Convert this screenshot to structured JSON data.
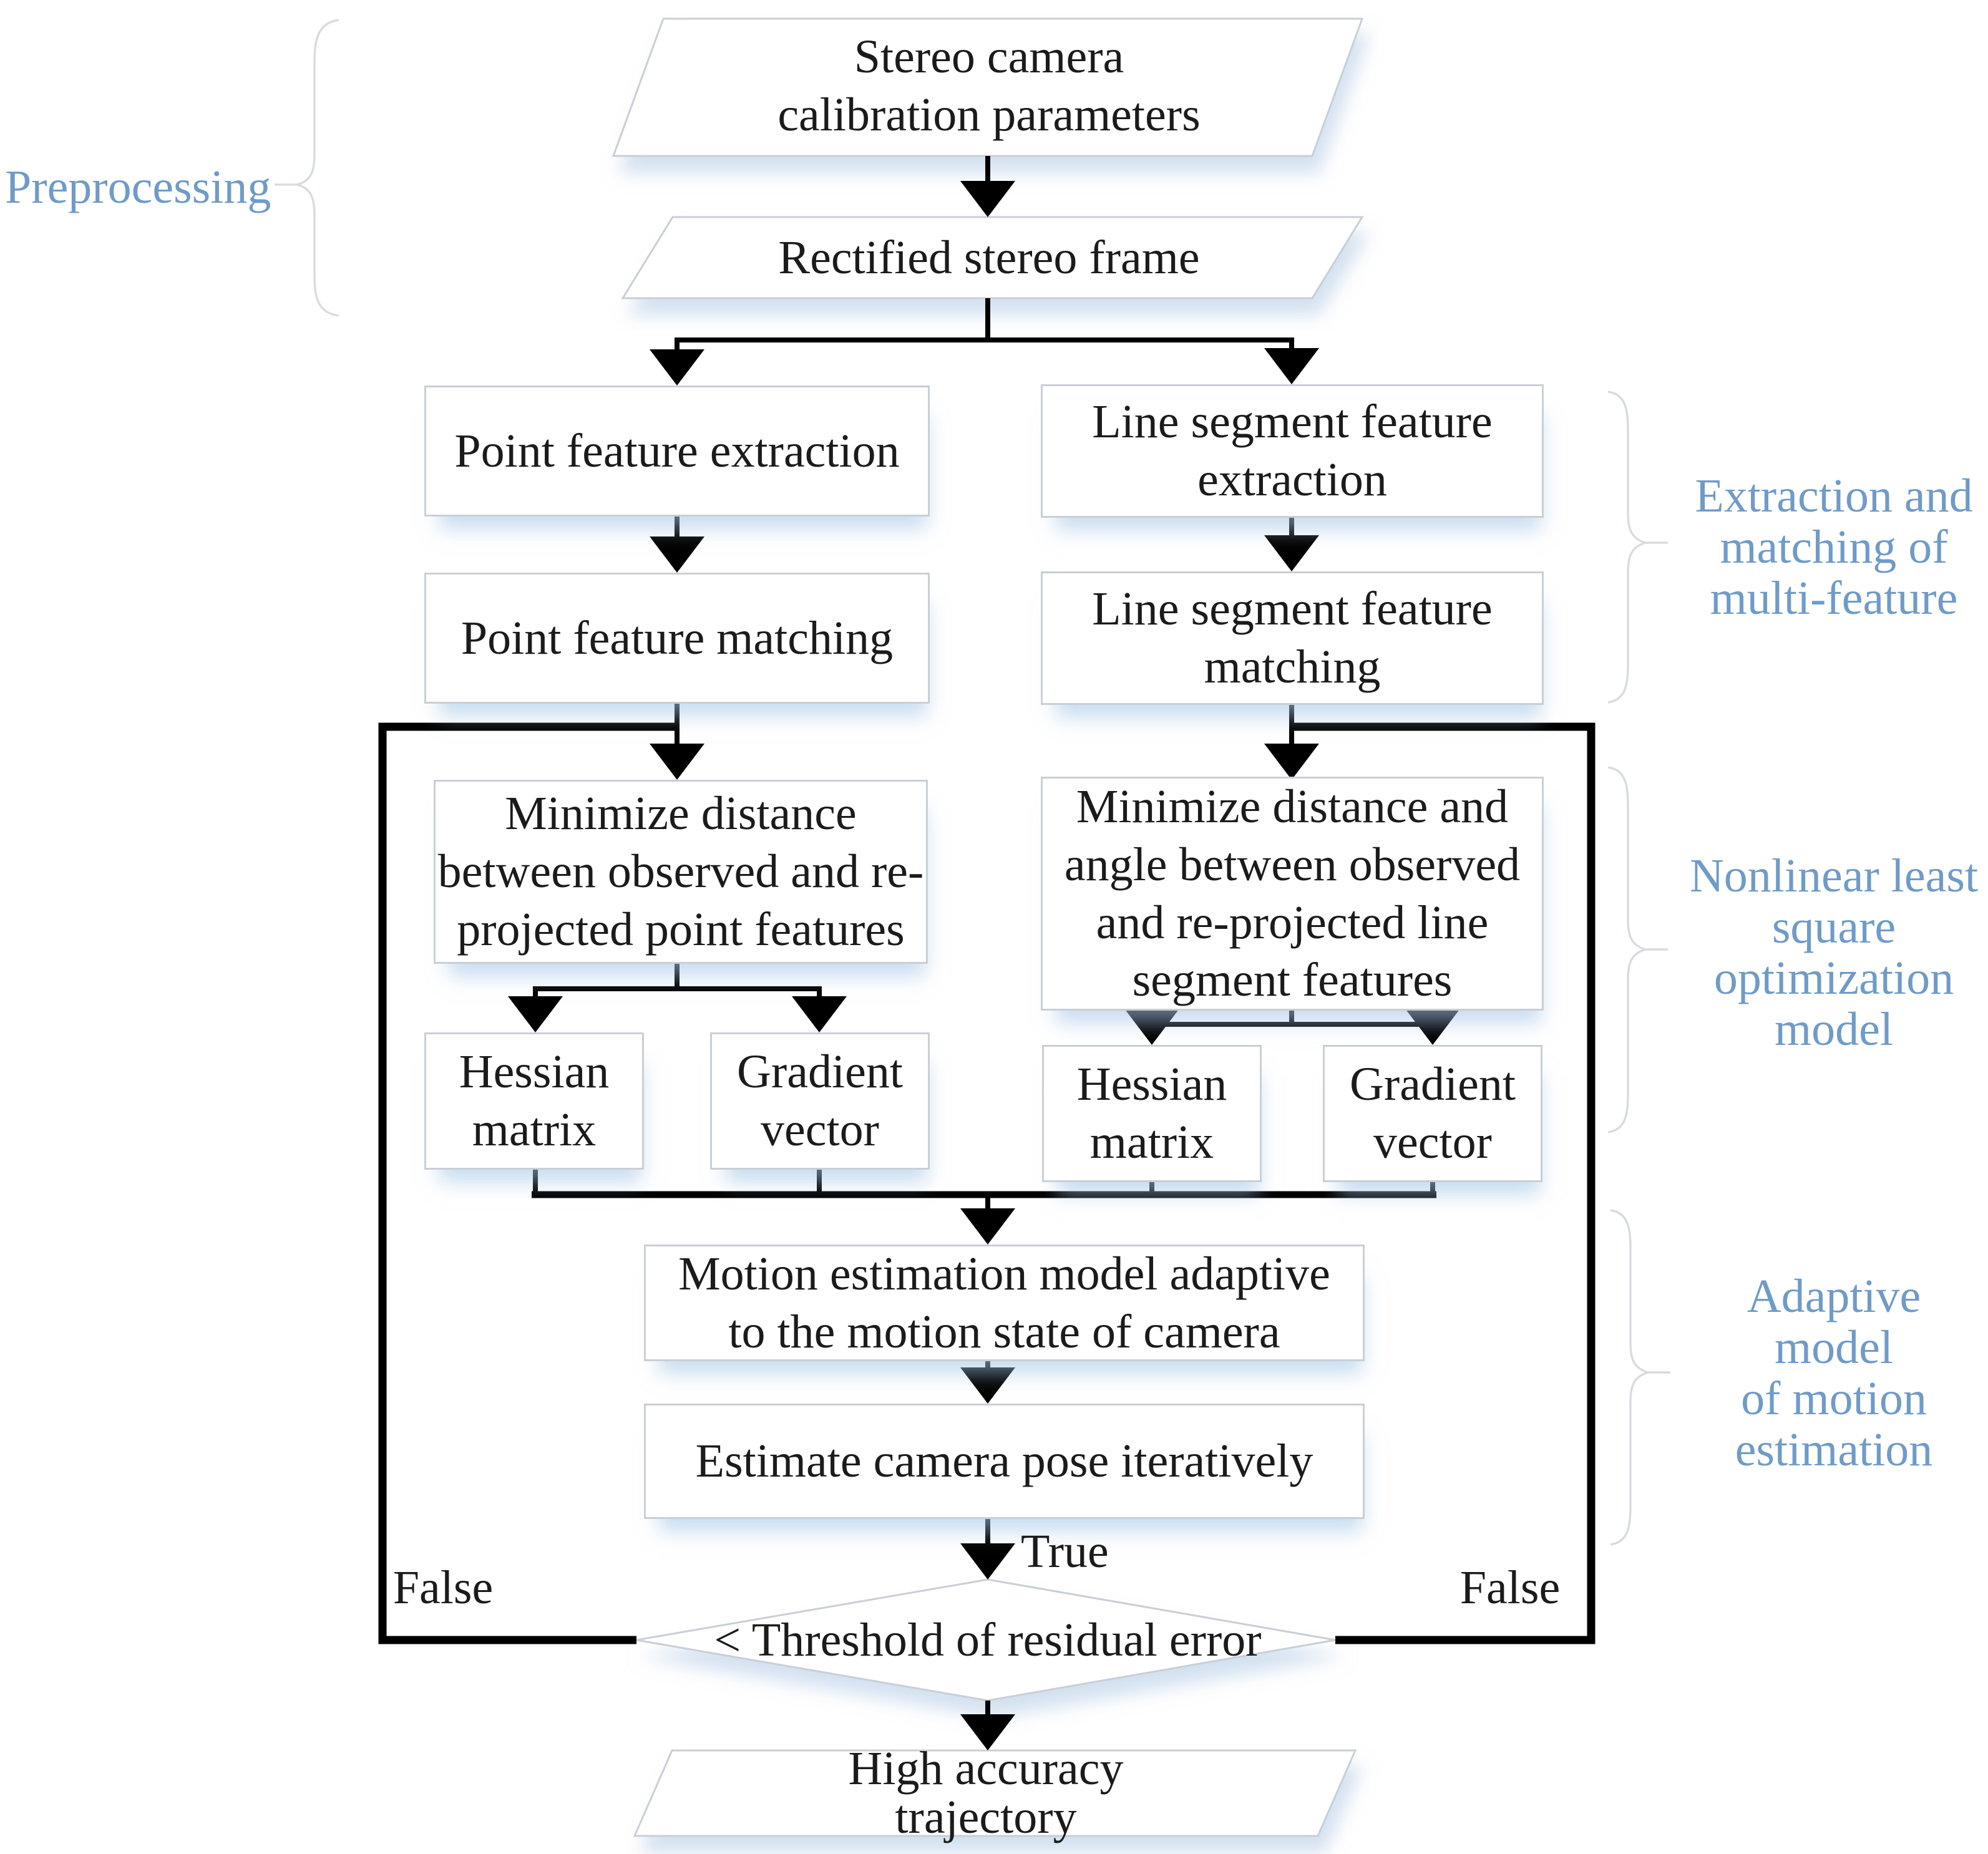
{
  "diagram": {
    "title": "Stereo visual odometry pipeline flowchart",
    "nodes": {
      "stereo_params": {
        "shape": "parallelogram",
        "label": "Stereo camera\ncalibration parameters"
      },
      "rectified": {
        "shape": "parallelogram",
        "label": "Rectified stereo frame"
      },
      "point_extraction": {
        "shape": "rect",
        "label": "Point feature extraction"
      },
      "line_extraction": {
        "shape": "rect",
        "label": "Line segment feature\nextraction"
      },
      "point_matching": {
        "shape": "rect",
        "label": "Point feature matching"
      },
      "line_matching": {
        "shape": "rect",
        "label": "Line segment feature\nmatching"
      },
      "min_point": {
        "shape": "rect",
        "label": "Minimize distance\nbetween observed and re-\nprojected point features"
      },
      "min_line": {
        "shape": "rect",
        "label": "Minimize distance and\nangle between observed\nand re-projected line\nsegment features"
      },
      "hessian_point": {
        "shape": "rect",
        "label": "Hessian\nmatrix"
      },
      "gradient_point": {
        "shape": "rect",
        "label": "Gradient\nvector"
      },
      "hessian_line": {
        "shape": "rect",
        "label": "Hessian\nmatrix"
      },
      "gradient_line": {
        "shape": "rect",
        "label": "Gradient\nvector"
      },
      "motion_model": {
        "shape": "rect",
        "label": "Motion estimation model adaptive\nto the motion state of camera"
      },
      "estimate_pose": {
        "shape": "rect",
        "label": "Estimate camera pose iteratively"
      },
      "threshold": {
        "shape": "diamond",
        "label": "< Threshold of residual error"
      },
      "trajectory": {
        "shape": "parallelogram",
        "label": "High accuracy\ntrajectory"
      }
    },
    "stage_labels": {
      "preprocessing": "Preprocessing",
      "extraction": "Extraction and\nmatching of\nmulti-feature",
      "nonlinear": "Nonlinear least\nsquare\noptimization\nmodel",
      "adaptive": "Adaptive model\nof motion\nestimation"
    },
    "edge_labels": {
      "true": "True",
      "false_left": "False",
      "false_right": "False"
    },
    "colors": {
      "stage_label": "#6f9bc8",
      "line": "#000000",
      "box_border": "#c9cfd5",
      "bracket": "#d8dce0",
      "text": "#1b1b1b",
      "shadow": "#b5cde6"
    }
  }
}
